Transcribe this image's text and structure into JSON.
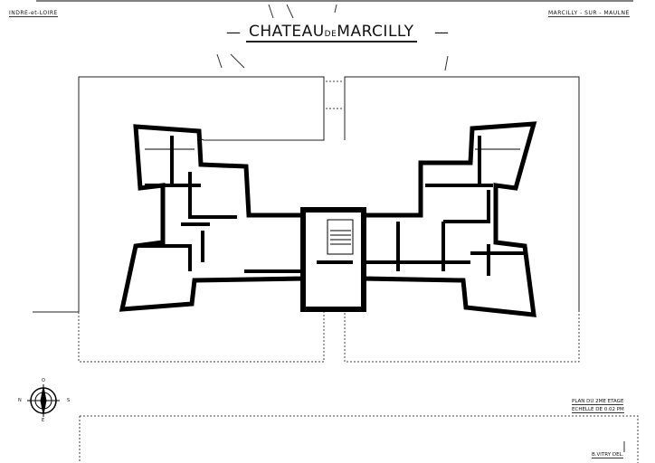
{
  "header": {
    "department": "INDRE-et-LOIRE",
    "commune": "MARCILLY - SUR - MAULNE",
    "title_main_1": "CHATEAU",
    "title_de": "DE",
    "title_main_2": "MARCILLY",
    "dash": "—"
  },
  "legend": {
    "plan_label": "PLAN DU 2ME ETAGE",
    "scale_label": "ECHELLE DE 0.02 PM",
    "author": "B.VITRY DEL."
  },
  "compass": {
    "north": "N",
    "south": "S",
    "west": "O",
    "east": "E"
  }
}
